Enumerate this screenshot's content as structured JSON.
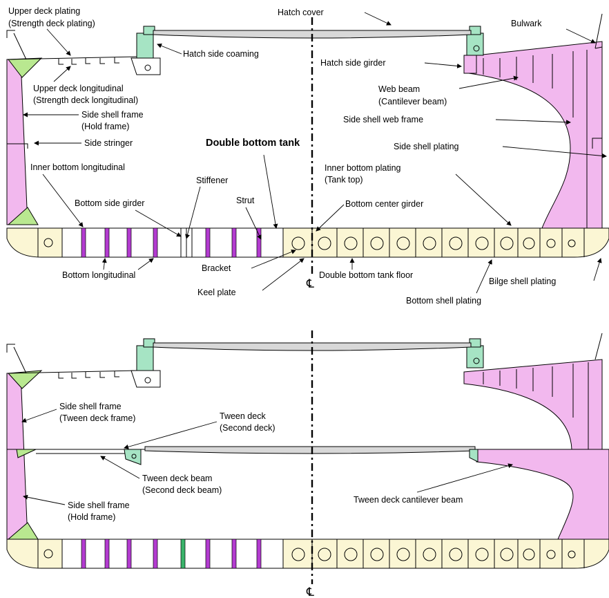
{
  "top": {
    "upper_deck_plating": [
      "Upper deck plating",
      "(Strength deck plating)"
    ],
    "hatch_cover": "Hatch cover",
    "bulwark": "Bulwark",
    "hatch_side_coaming": "Hatch side coaming",
    "hatch_side_girder": "Hatch side girder",
    "upper_deck_longitudinal": [
      "Upper deck longitudinal",
      "(Strength deck longitudinal)"
    ],
    "web_beam": [
      "Web beam",
      "(Cantilever beam)"
    ],
    "side_shell_frame": [
      "Side shell frame",
      "(Hold frame)"
    ],
    "side_shell_web_frame": "Side shell web frame",
    "side_stringer": "Side stringer",
    "double_bottom_tank": "Double bottom tank",
    "side_shell_plating": "Side shell plating",
    "inner_bottom_longitudinal": "Inner bottom longitudinal",
    "stiffener": "Stiffener",
    "inner_bottom_plating": [
      "Inner bottom plating",
      "(Tank top)"
    ],
    "bottom_side_girder": "Bottom side girder",
    "strut": "Strut",
    "bottom_center_girder": "Bottom center girder",
    "bracket": "Bracket",
    "bottom_longitudinal": "Bottom longitudinal",
    "double_bottom_tank_floor": "Double bottom tank floor",
    "bilge_shell_plating": "Bilge shell plating",
    "keel_plate": "Keel plate",
    "bottom_shell_plating": "Bottom shell plating",
    "centerline_symbol": "℄"
  },
  "bottom": {
    "side_shell_frame_tween": [
      "Side shell frame",
      "(Tween deck frame)"
    ],
    "tween_deck": [
      "Tween deck",
      "(Second deck)"
    ],
    "tween_deck_beam": [
      "Tween deck beam",
      "(Second deck beam)"
    ],
    "side_shell_frame_hold": [
      "Side shell frame",
      "(Hold frame)"
    ],
    "tween_deck_cantilever_beam": "Tween deck cantilever beam",
    "centerline_symbol": "℄"
  },
  "colors": {
    "shell": "#f2b8ee",
    "double_bottom": "#fbf6d4",
    "coaming": "#a6e4c4",
    "bracket": "#b9e890",
    "hatch_cover": "#d8d8d8",
    "longitudinal": "#b33bd0"
  }
}
